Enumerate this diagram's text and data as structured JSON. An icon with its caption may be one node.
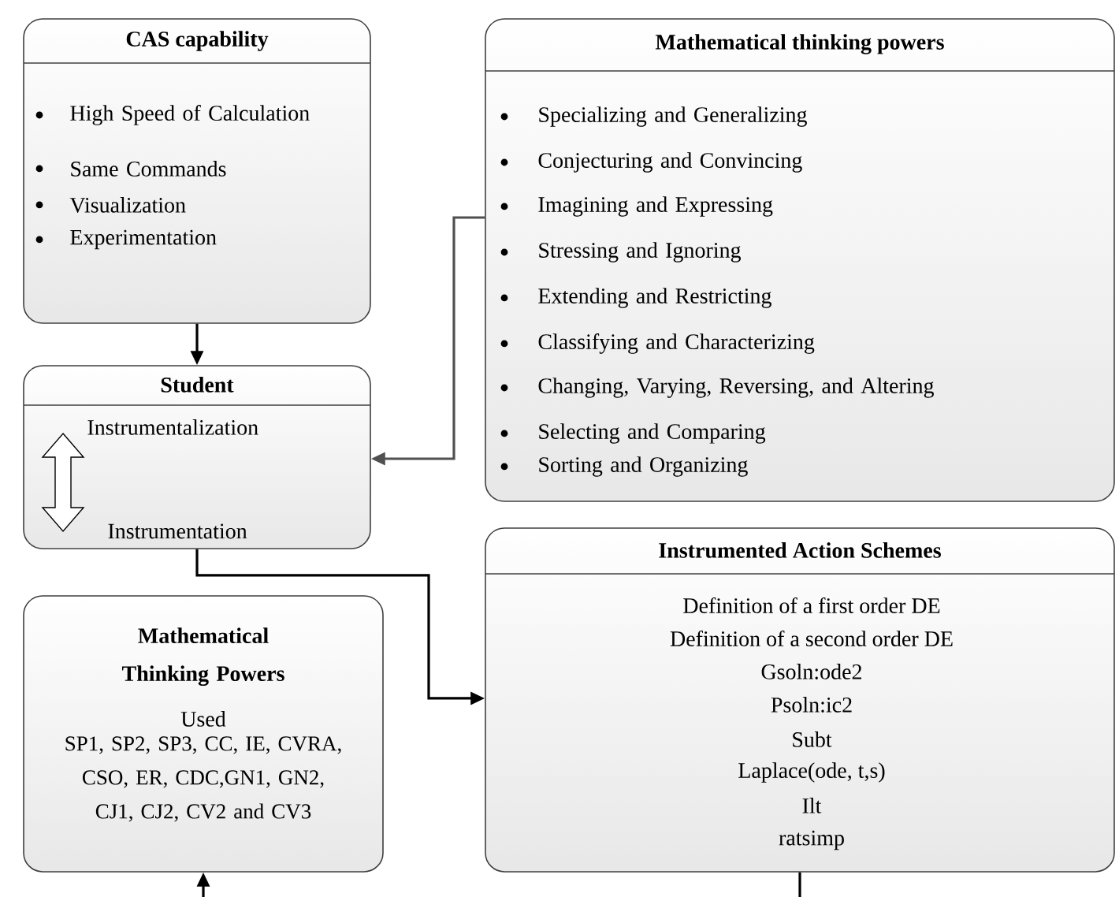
{
  "diagram": {
    "nodes": [
      {
        "text": [
          "CAS capability",
          "High Speed of Calculation",
          "Same Commands",
          "Visualization",
          "Experimentation"
        ]
      },
      {
        "text": [
          "Mathematical thinking powers",
          "Specializing and Generalizing",
          "Conjecturing and Convincing",
          "Imagining and Expressing",
          "Stressing and Ignoring",
          "Extending and Restricting",
          "Classifying and Characterizing",
          "Changing, Varying, Reversing, and Altering",
          "Selecting and Comparing",
          "Sorting and Organizing"
        ]
      },
      {
        "text": [
          "Student",
          "Instrumentalization",
          "Instrumentation"
        ]
      },
      {
        "text": [
          "Instrumented Action Schemes",
          "Definition of a first order DE",
          "Definition of a second order DE",
          "Gsoln:ode2",
          "Psoln:ic2",
          "Subt",
          "Laplace(ode, t,s)",
          "Ilt",
          "ratsimp"
        ]
      },
      {
        "text": [
          "Mathematical Thinking Powers",
          "Used",
          "SP1, SP2, SP3, CC, IE, CVRA, CSO, ER, CDC,GN1, GN2, CJ1, CJ2, CV2 and CV3"
        ]
      }
    ],
    "edges": [
      {
        "from": 0,
        "to": 2,
        "arrow": "to"
      },
      {
        "from": 1,
        "to": 2,
        "arrow": "to",
        "color": "#505050"
      },
      {
        "from": 2,
        "to": 3,
        "arrow": "to"
      },
      {
        "from": 3,
        "to": null,
        "arrow": "none"
      },
      {
        "from": null,
        "to": 4,
        "arrow": "to"
      }
    ]
  }
}
